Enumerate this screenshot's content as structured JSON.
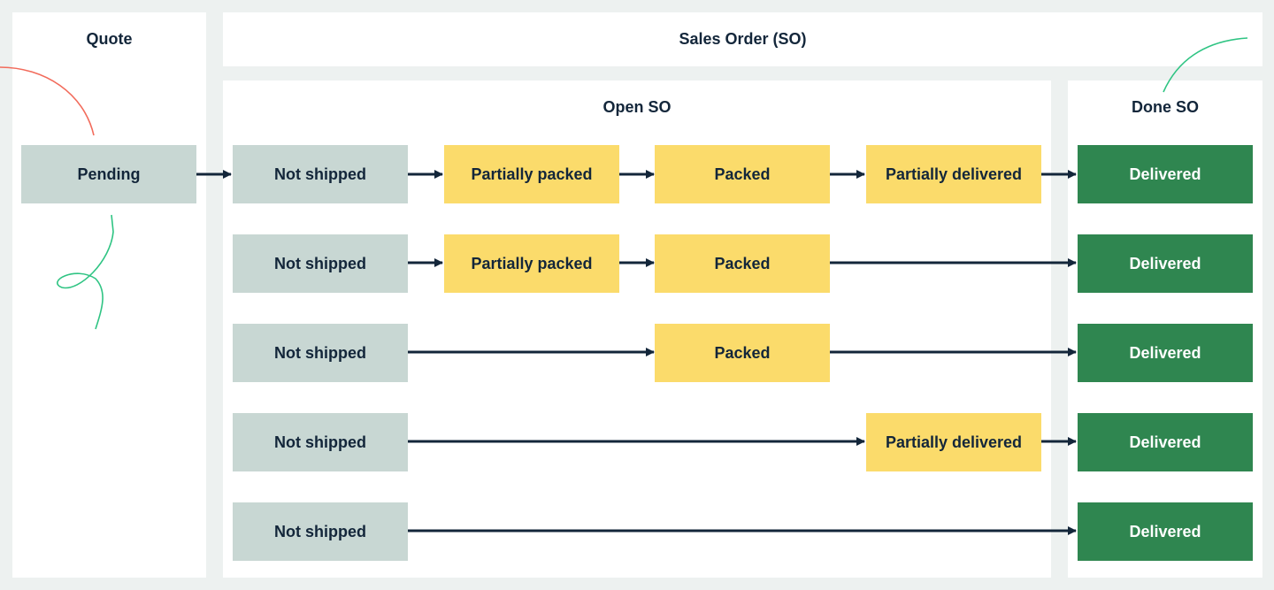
{
  "headers": {
    "quote": "Quote",
    "sales_order": "Sales Order (SO)",
    "open_so": "Open SO",
    "done_so": "Done SO"
  },
  "quote_box": "Pending",
  "rows": [
    {
      "start": "Not shipped",
      "partially_packed": "Partially packed",
      "packed": "Packed",
      "partially_delivered": "Partially delivered",
      "end": "Delivered"
    },
    {
      "start": "Not shipped",
      "partially_packed": "Partially packed",
      "packed": "Packed",
      "end": "Delivered"
    },
    {
      "start": "Not shipped",
      "packed": "Packed",
      "end": "Delivered"
    },
    {
      "start": "Not shipped",
      "partially_delivered": "Partially delivered",
      "end": "Delivered"
    },
    {
      "start": "Not shipped",
      "end": "Delivered"
    }
  ],
  "colors": {
    "background": "#edf1f0",
    "panel": "#ffffff",
    "not_shipped": "#c8d7d3",
    "in_progress": "#fbdb6b",
    "delivered": "#2f8650",
    "text_dark": "#13263a",
    "arrow": "#13263a",
    "decor_red": "#f26b5b",
    "decor_green": "#2fc483"
  }
}
